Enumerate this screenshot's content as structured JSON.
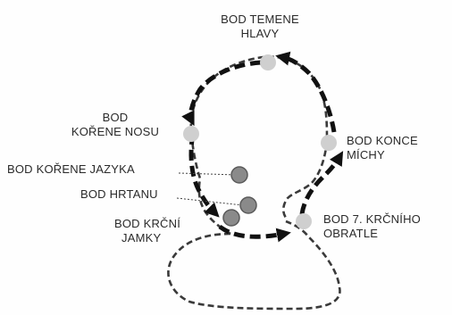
{
  "labels": {
    "vertex": [
      "BOD TEMENE",
      "HLAVY"
    ],
    "nose_root": [
      "BOD",
      "KOŘENE NOSU"
    ],
    "spine_end": [
      "BOD KONCE",
      "MÍCHY"
    ],
    "tongue_root": "BOD KOŘENE JAZYKA",
    "larynx": "BOD HRTANU",
    "jugular_notch": [
      "BOD KRČNÍ",
      "JAMKY"
    ],
    "c7": [
      "BOD 7. KRČNÍHO",
      "OBRATLE"
    ]
  },
  "colors": {
    "outline": "#3a3a3a",
    "arrow": "#111111",
    "point_light": "#cfcfcf",
    "point_dark": "#8a8a8a",
    "point_dark_stroke": "#5a5a5a"
  }
}
